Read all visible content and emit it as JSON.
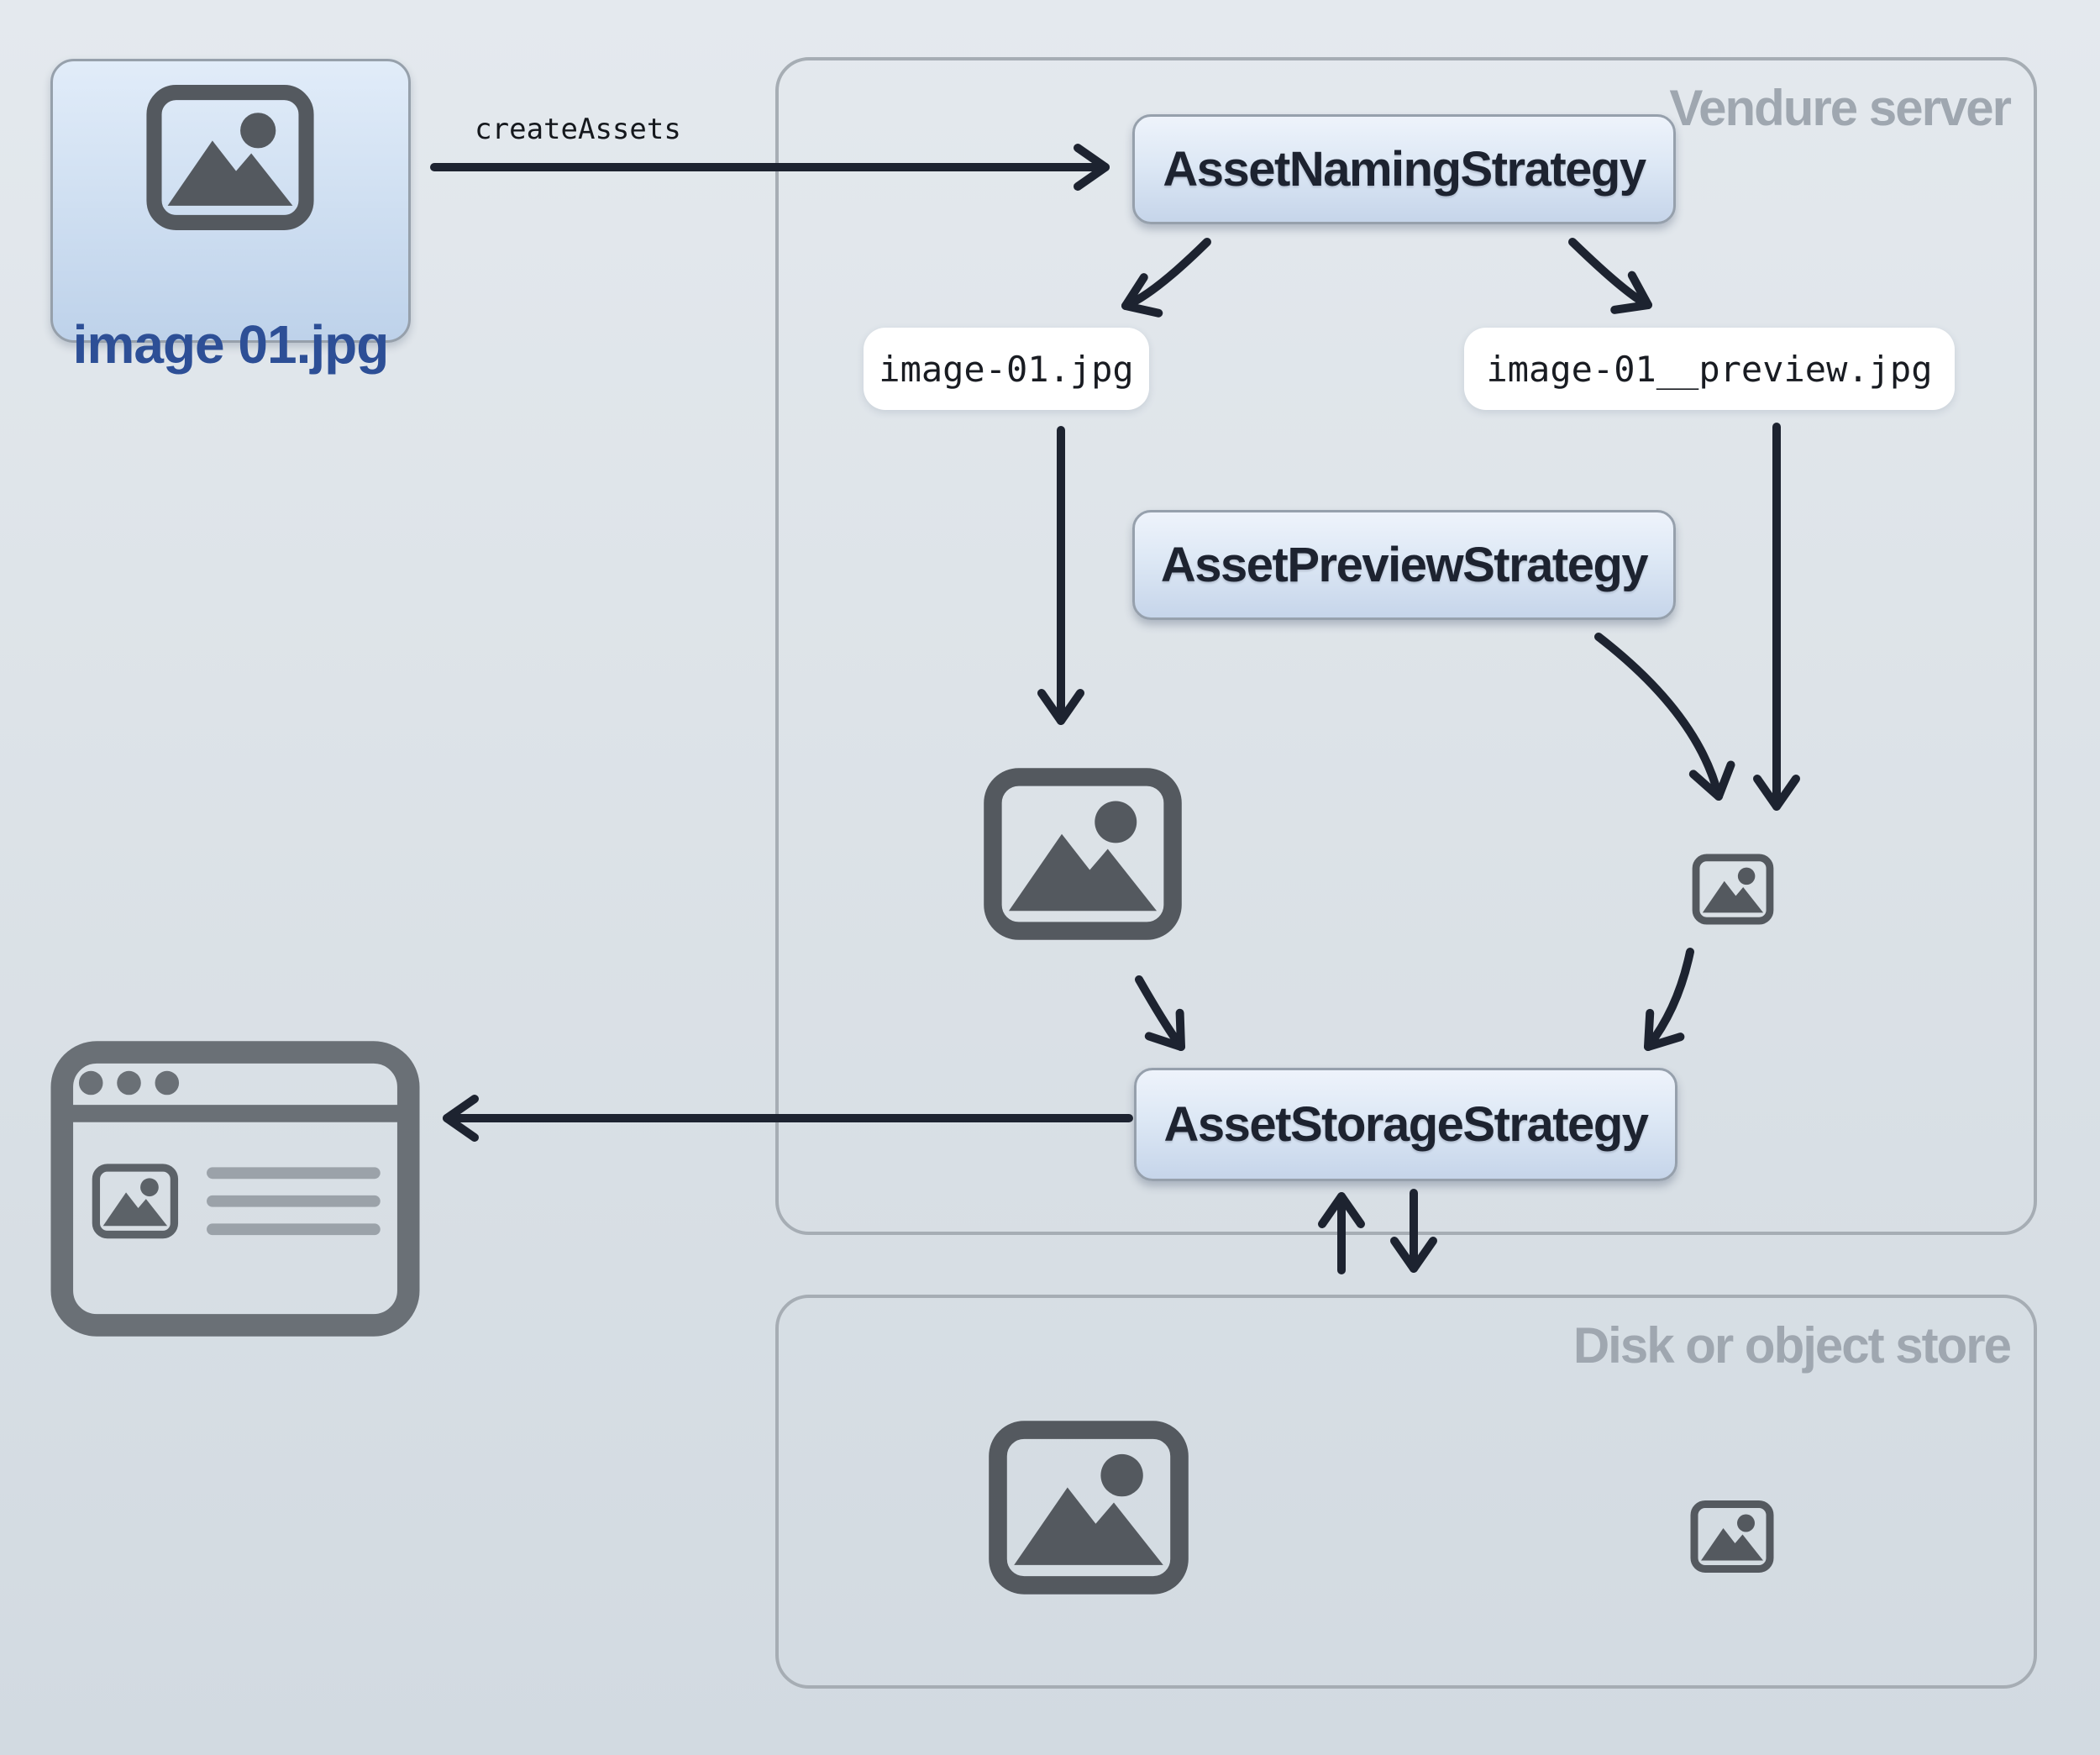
{
  "diagram": {
    "source_file": {
      "name": "image 01.jpg"
    },
    "call_label": "createAssets",
    "vendure_server": {
      "title": "Vendure server",
      "asset_naming_strategy": "AssetNamingStrategy",
      "asset_preview_strategy": "AssetPreviewStrategy",
      "asset_storage_strategy": "AssetStorageStrategy",
      "source_filename": "image-01.jpg",
      "preview_filename": "image-01__preview.jpg"
    },
    "disk_store": {
      "title": "Disk or object store"
    },
    "icons": {
      "source_file": "image-icon",
      "vendure_full_size": "image-icon",
      "vendure_preview": "image-icon-small",
      "disk_full_size": "image-icon",
      "disk_preview": "image-icon-small",
      "storefront": "browser-window-icon"
    },
    "colors": {
      "background_top": "#e4e9ee",
      "background_bottom": "#d2dae1",
      "region_border": "#a6adb4",
      "region_title": "#9fa7b0",
      "node_gradient_top": "#eef3fb",
      "node_gradient_bottom": "#c6d5ea",
      "node_border": "#96a0ac",
      "node_text": "#1d2330",
      "chip_background": "#ffffff",
      "chip_text": "#191c22",
      "file_card_text": "#2d4f96",
      "arrow": "#1d2330",
      "icon": "#54595f",
      "browser_icon": "#6a7076"
    }
  }
}
